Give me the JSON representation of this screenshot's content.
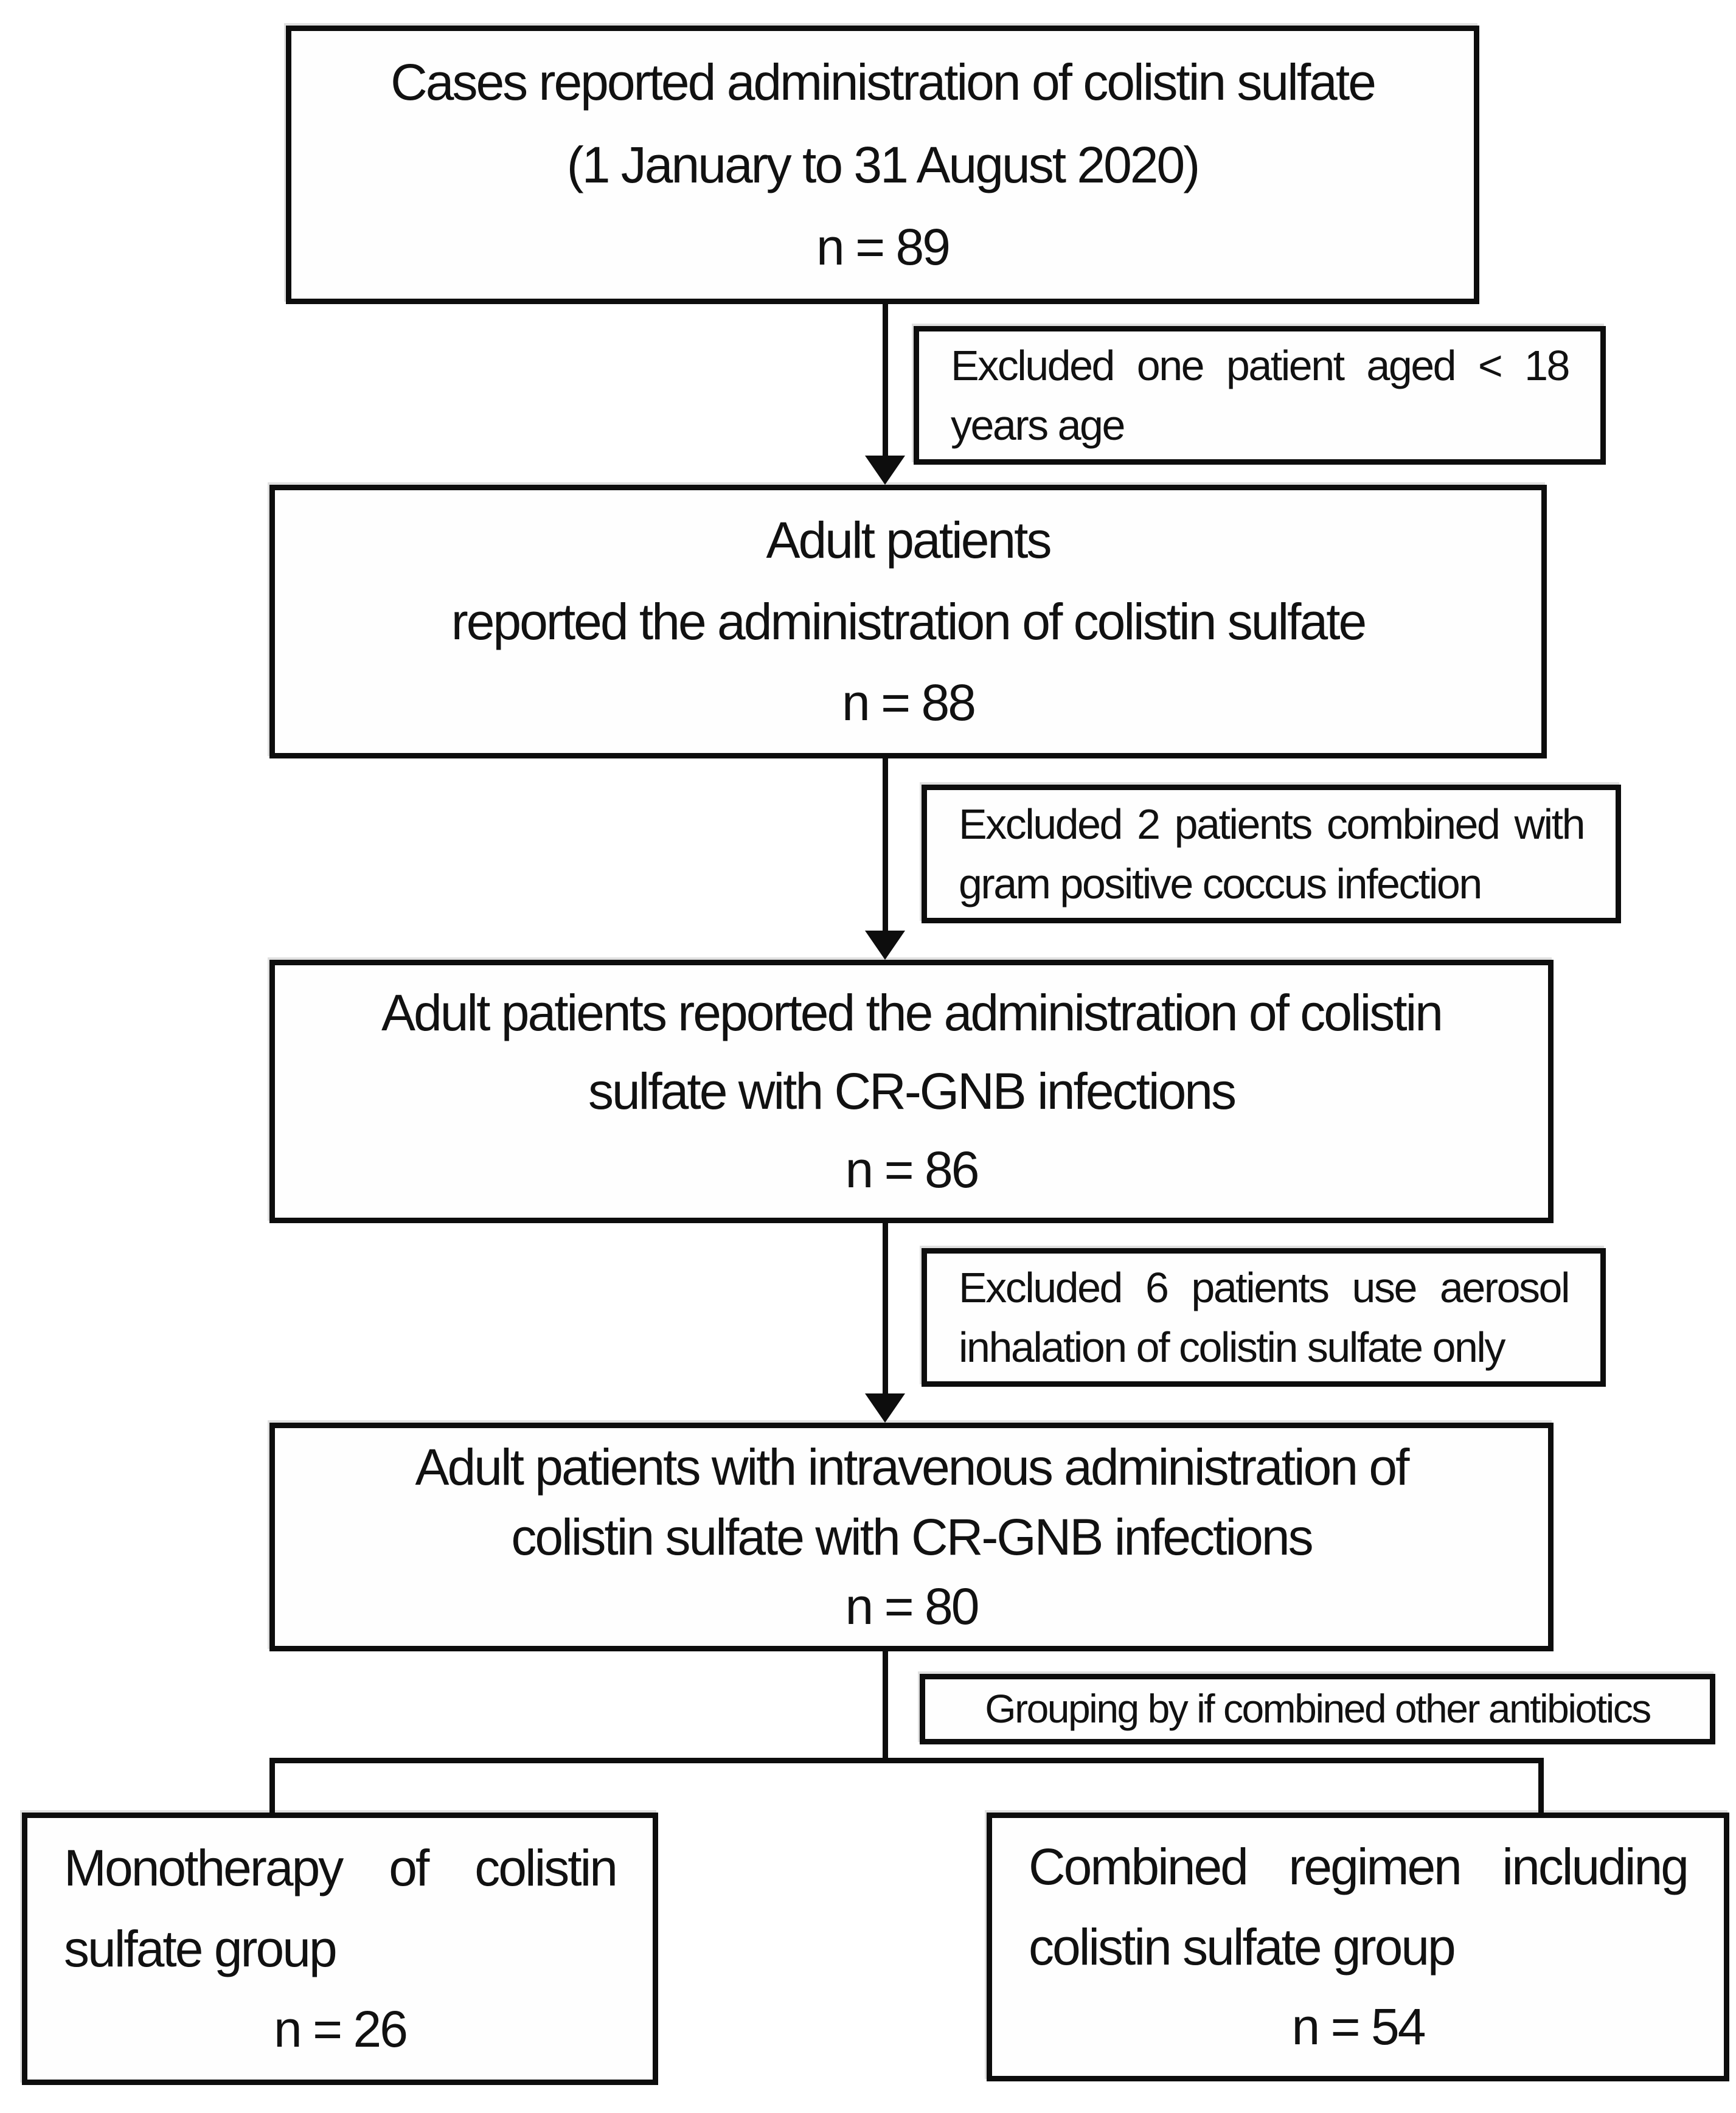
{
  "flowchart": {
    "main_boxes": [
      {
        "name": "cases-reported",
        "lines": [
          "Cases reported administration of colistin sulfate",
          "(1 January to 31 August 2020)",
          "n = 89"
        ]
      },
      {
        "name": "adult-patients",
        "lines": [
          "Adult patients",
          "reported the administration of colistin sulfate",
          "n = 88"
        ]
      },
      {
        "name": "adult-patients-crgnb",
        "lines": [
          "Adult patients reported the administration of colistin",
          "sulfate with CR-GNB infections",
          "n = 86"
        ]
      },
      {
        "name": "adult-patients-iv-crgnb",
        "lines": [
          "Adult patients with intravenous administration of",
          "colistin sulfate with CR-GNB infections",
          "n = 80"
        ]
      }
    ],
    "exclusion_boxes": [
      {
        "lines": [
          "Excluded one patient aged < 18",
          "years age"
        ]
      },
      {
        "lines": [
          "Excluded 2 patients combined with",
          "gram positive coccus infection"
        ]
      },
      {
        "lines": [
          "Excluded 6 patients use aerosol",
          "inhalation of colistin sulfate only"
        ]
      }
    ],
    "grouping_box": {
      "label": "Grouping by if combined other antibiotics"
    },
    "outcome_boxes": [
      {
        "lines": [
          "Monotherapy of colistin",
          "sulfate group",
          "n = 26"
        ]
      },
      {
        "lines": [
          "Combined regimen including",
          "colistin sulfate group",
          "n = 54"
        ]
      }
    ],
    "counts": {
      "initial": 89,
      "adult": 88,
      "crgnb_infection": 86,
      "intravenous": 80,
      "monotherapy": 26,
      "combined_regimen": 54
    },
    "colors": {
      "border": "#0d0d0d",
      "text": "#111111",
      "background": "#ffffff"
    }
  }
}
